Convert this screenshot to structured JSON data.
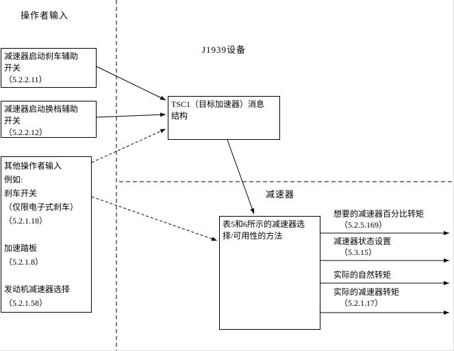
{
  "labels": {
    "operator_input": "操作者输入",
    "j1939_device": "J1939设备",
    "retarder": "减速器"
  },
  "boxes": {
    "brake_assist_switch": "减速器启动刹车辅助\n开关\n（5.2.2.11）",
    "shift_assist_switch": "减速器启动换档辅助\n开关\n（5.2.2.12）",
    "other_operator_inputs": "其他操作者输入\n例如:\n刹车开关\n（仅限电子式刹车）\n（5.2.1.18）\n\n加速踏板\n（5.2.1.8）\n\n发动机减速器选择\n（5.2.1.58）",
    "tsc1_message": "TSC1（目标加速器）消息\n结构",
    "selection_method": "表5和6所示的减速器选\n择/可用性的方法"
  },
  "outputs": [
    {
      "label": "想要的减速器百分比转矩\n（5.2.5.169）"
    },
    {
      "label": "减速器状态设置\n（5.3.15）"
    },
    {
      "label": "实际的自然转矩"
    },
    {
      "label": "实际的减速器转矩\n（5.2.1.17）"
    }
  ]
}
